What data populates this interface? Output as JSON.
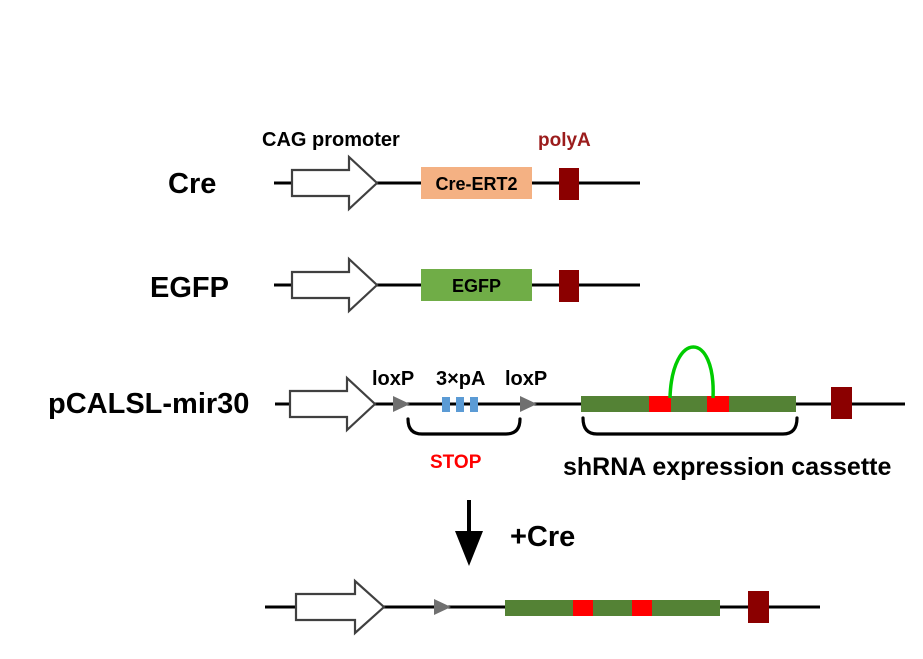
{
  "constructs": {
    "cre": {
      "name": "Cre",
      "promoter_label": "CAG promoter",
      "polya_label": "polyA",
      "gene_label": "Cre-ERT2"
    },
    "egfp": {
      "name": "EGFP",
      "gene_label": "EGFP"
    },
    "mir30": {
      "name": "pCALSL-mir30",
      "loxp_left_label": "loxP",
      "pa_label": "3×pA",
      "loxp_right_label": "loxP",
      "stop_label": "STOP",
      "cassette_label": "shRNA expression cassette"
    },
    "recombined": {
      "arrow_label": "+Cre"
    }
  },
  "colors": {
    "cre_ert2_box": "#F4B183",
    "egfp_box": "#70AD47",
    "shrna_box": "#548235",
    "polya_box": "#8B0000",
    "red_segment": "#FF0000",
    "loop": "#00CC00",
    "pa_blocks": "#5B9BD5",
    "loxp": "#707070",
    "red_text_stop": "#FF0000",
    "red_text_polya": "#9B1C1C"
  }
}
